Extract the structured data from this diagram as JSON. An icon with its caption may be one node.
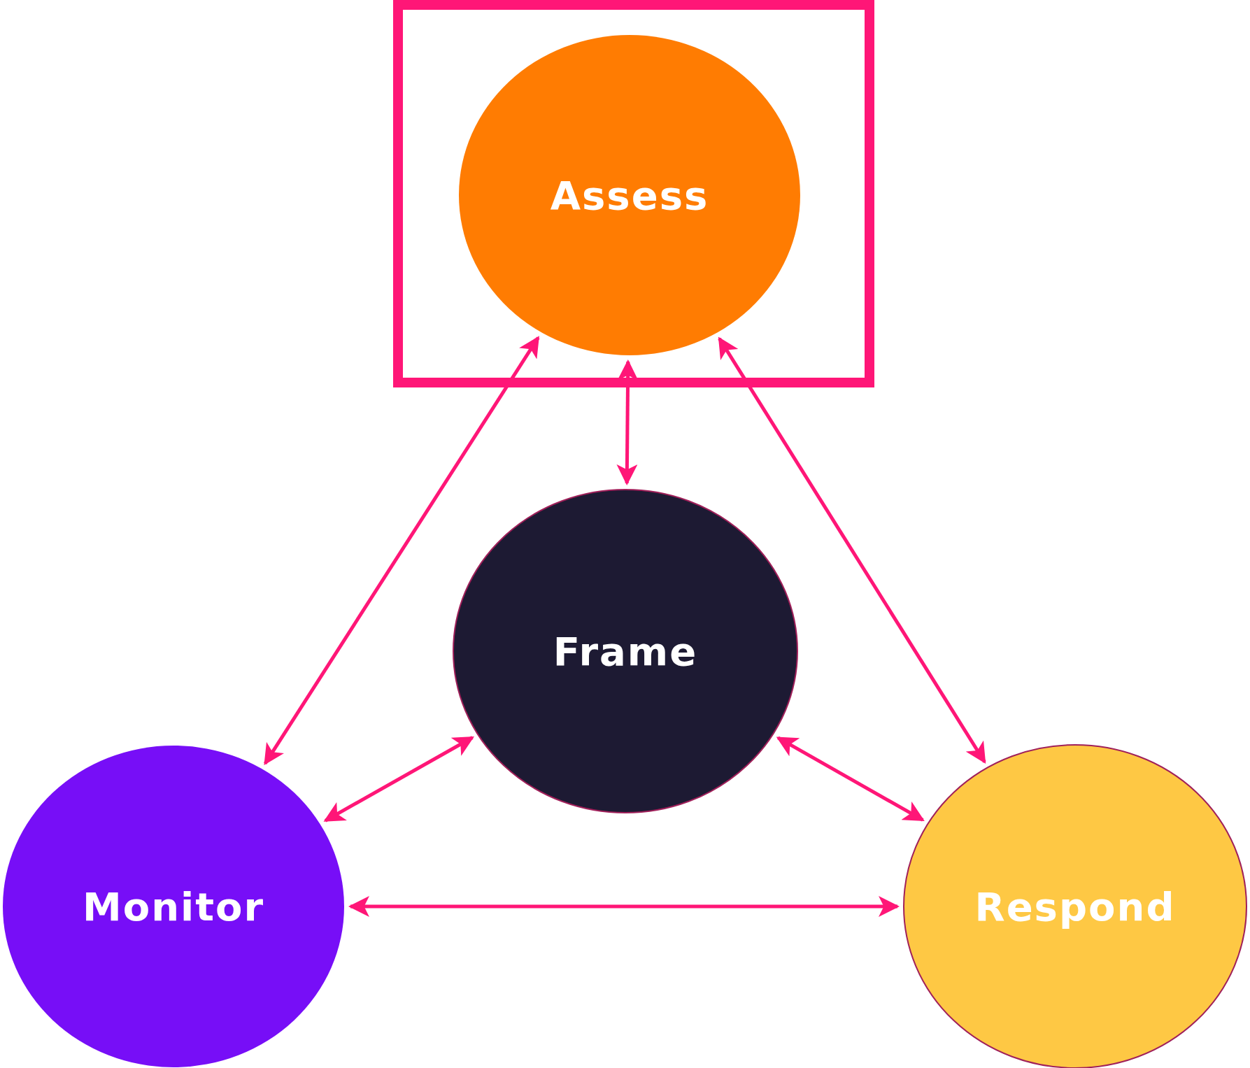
{
  "diagram": {
    "nodes": [
      {
        "text": [],
        "shape": "box"
      },
      {
        "text": [
          "Assess"
        ],
        "in": 0
      },
      {
        "text": [
          "Frame"
        ]
      },
      {
        "text": [
          "Monitor"
        ]
      },
      {
        "text": [
          "Respond"
        ]
      }
    ],
    "edges": [
      {
        "from": 1,
        "to": 3,
        "arrow": "both"
      },
      {
        "from": 1,
        "to": 2,
        "arrow": "both"
      },
      {
        "from": 1,
        "to": 4,
        "arrow": "both"
      },
      {
        "from": 2,
        "to": 3,
        "arrow": "both"
      },
      {
        "from": 2,
        "to": 4,
        "arrow": "both"
      },
      {
        "from": 3,
        "to": 4,
        "arrow": "both"
      }
    ]
  }
}
